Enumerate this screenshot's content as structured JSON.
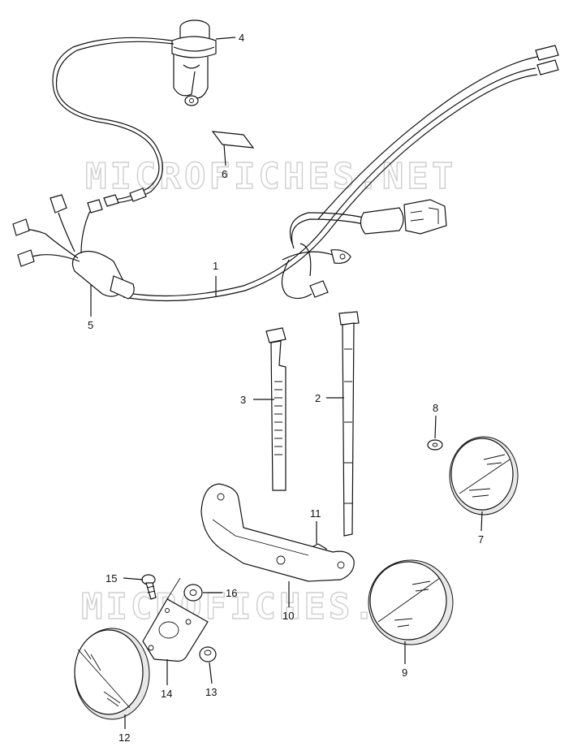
{
  "watermark": "MICROFICHES.NET",
  "callouts": [
    {
      "id": "1",
      "label": "1"
    },
    {
      "id": "2",
      "label": "2"
    },
    {
      "id": "3",
      "label": "3"
    },
    {
      "id": "4",
      "label": "4"
    },
    {
      "id": "5",
      "label": "5"
    },
    {
      "id": "6",
      "label": "6"
    },
    {
      "id": "7",
      "label": "7"
    },
    {
      "id": "8",
      "label": "8"
    },
    {
      "id": "9",
      "label": "9"
    },
    {
      "id": "10",
      "label": "10"
    },
    {
      "id": "11",
      "label": "11"
    },
    {
      "id": "12",
      "label": "12"
    },
    {
      "id": "13",
      "label": "13"
    },
    {
      "id": "14",
      "label": "14"
    },
    {
      "id": "15",
      "label": "15"
    },
    {
      "id": "16",
      "label": "16"
    }
  ]
}
